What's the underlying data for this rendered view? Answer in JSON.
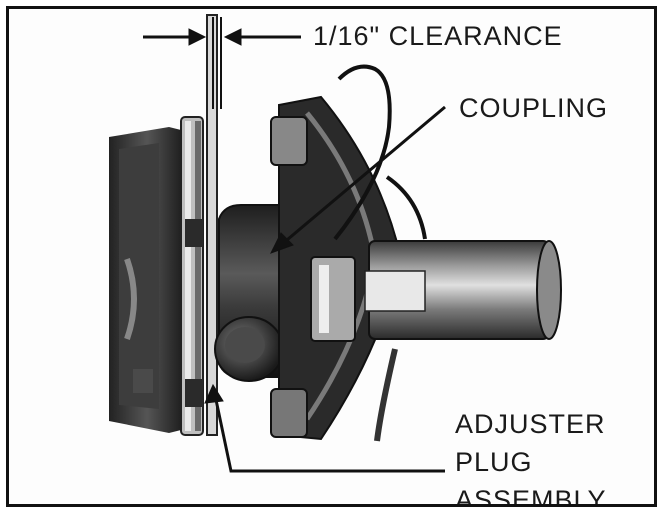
{
  "labels": {
    "clearance": "1/16\" CLEARANCE",
    "coupling": "COUPLING",
    "adjuster_line1": "ADJUSTER",
    "adjuster_line2": "PLUG",
    "adjuster_line3": "ASSEMBLY"
  },
  "colors": {
    "ink": "#1a1a1a",
    "metal_dark": "#2b2b2b",
    "metal_mid": "#6a6a6a",
    "metal_light": "#c9c9c9",
    "paper": "#fdfdfd"
  }
}
